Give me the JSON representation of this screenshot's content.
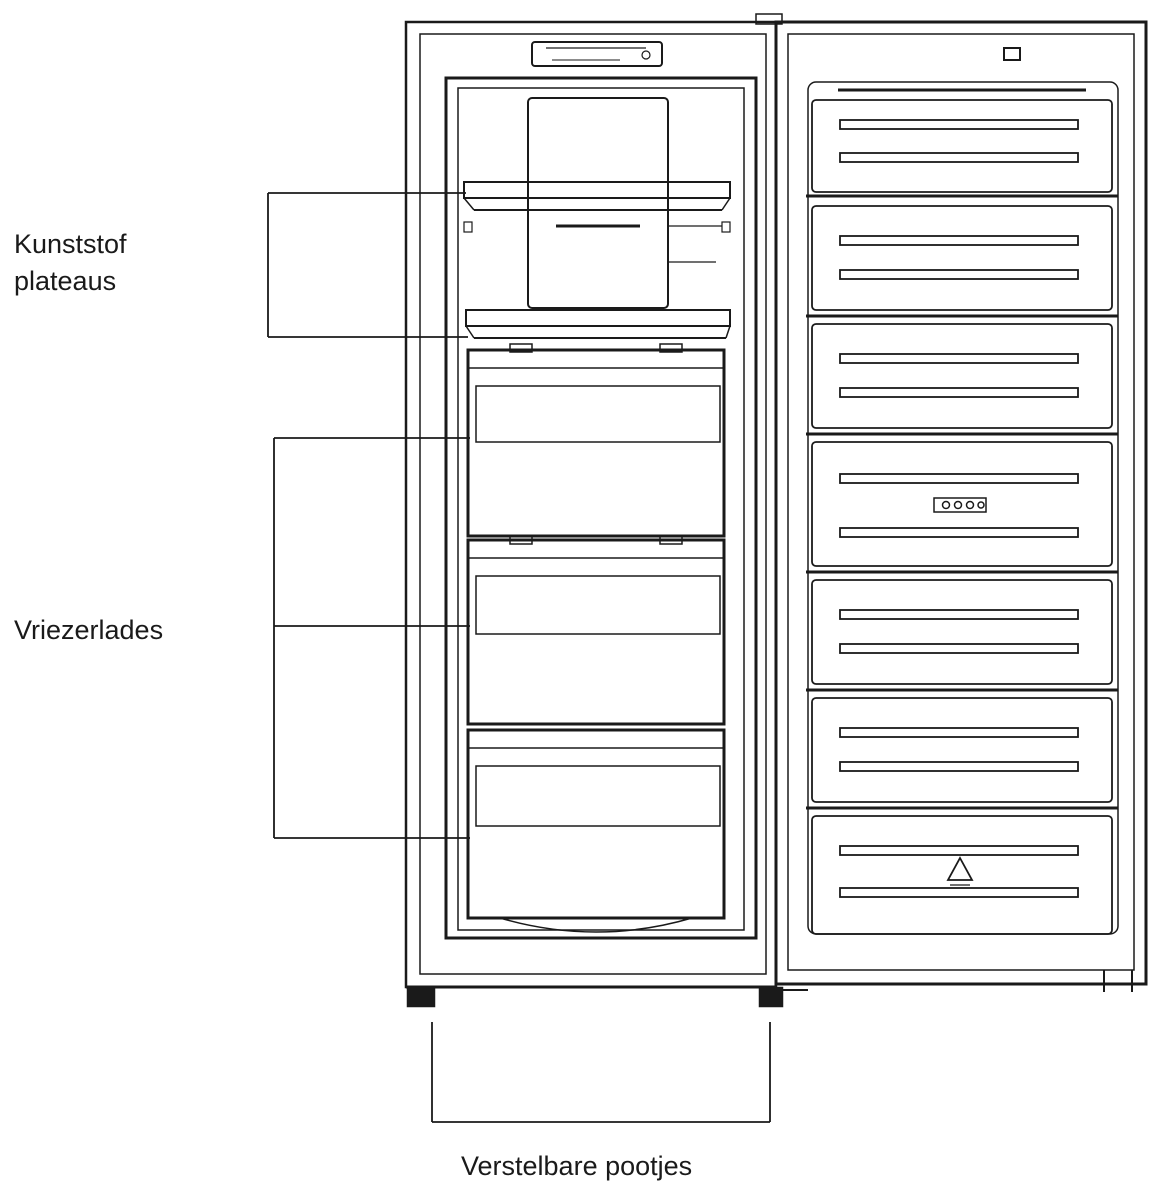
{
  "labels": {
    "shelves_line1": "Kunststof",
    "shelves_line2": "plateaus",
    "drawers": "Vriezerlades",
    "feet": "Verstelbare pootjes"
  },
  "colors": {
    "line": "#1a1a1a",
    "background": "#ffffff"
  }
}
